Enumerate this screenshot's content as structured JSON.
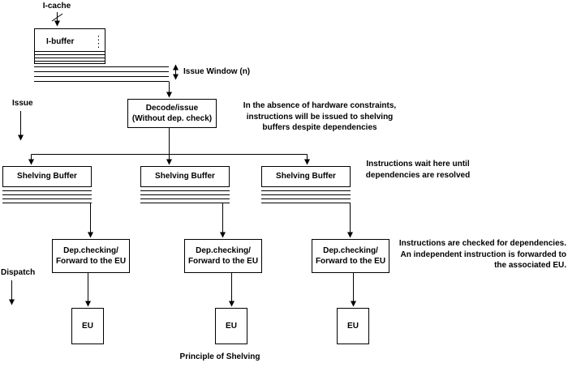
{
  "diagram": {
    "title": "Principle of Shelving",
    "labels": {
      "icache": "I-cache",
      "ibuffer": "I-buffer",
      "issue_window": "Issue Window (n)",
      "issue": "Issue",
      "dispatch": "Dispatch",
      "decode": "Decode/issue\n(Without dep. check)",
      "shelving_buffer": "Shelving Buffer",
      "dep_check": "Dep.checking/\nForward to the EU",
      "eu": "EU"
    },
    "notes": {
      "issue_note": "In the absence of hardware constraints,\ninstructions will be issued to shelving\nbuffers despite dependencies",
      "wait_note": "Instructions wait here until\ndependencies are resolved",
      "dispatch_note": "Instructions are checked for dependencies.\nAn independent instruction is forwarded to\nthe associated EU."
    },
    "colors": {
      "line": "#000000",
      "background": "#ffffff"
    }
  }
}
